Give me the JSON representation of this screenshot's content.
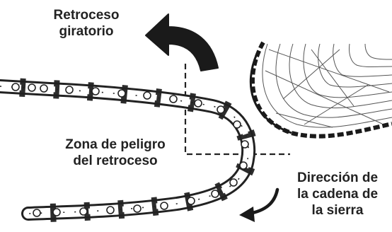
{
  "labels": {
    "kickback": [
      "Retroceso",
      "giratorio"
    ],
    "danger_zone": [
      "Zona de peligro",
      "del retroceso"
    ],
    "chain_direction": [
      "Dirección de",
      "la cadena de",
      "la sierra"
    ]
  },
  "colors": {
    "ink": "#222222",
    "background": "#ffffff"
  }
}
